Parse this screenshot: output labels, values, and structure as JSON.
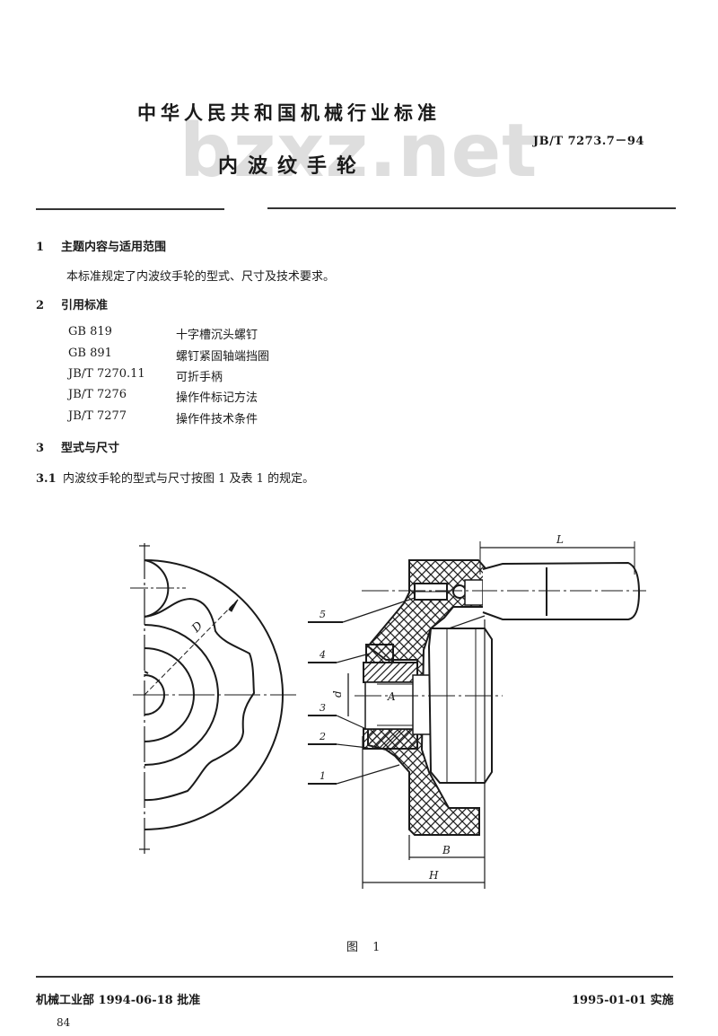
{
  "header": {
    "watermark": "bzxz.net",
    "org_title": "中华人民共和国机械行业标准",
    "doc_title": "内波纹手轮",
    "standard_number": "JB/T 7273.7－94"
  },
  "sections": [
    {
      "number": "1",
      "title": "主题内容与适用范围",
      "body": "本标准规定了内波纹手轮的型式、尺寸及技术要求。"
    },
    {
      "number": "2",
      "title": "引用标准",
      "references": [
        {
          "code": "GB 819",
          "name": "十字槽沉头螺钉"
        },
        {
          "code": "GB 891",
          "name": "螺钉紧固轴端挡圈"
        },
        {
          "code": "JB/T 7270.11",
          "name": "可折手柄"
        },
        {
          "code": "JB/T 7276",
          "name": "操作件标记方法"
        },
        {
          "code": "JB/T 7277",
          "name": "操作件技术条件"
        }
      ]
    },
    {
      "number": "3",
      "title": "型式与尺寸",
      "subsections": [
        {
          "number": "3.1",
          "body": "内波纹手轮的型式与尺寸按图 1 及表 1 的规定。"
        }
      ]
    }
  ],
  "figure": {
    "caption": "图 1",
    "dimension_labels": {
      "D": "D",
      "d": "d",
      "L": "L",
      "B": "B",
      "H": "H",
      "A": "A"
    },
    "callouts": [
      "5",
      "4",
      "3",
      "2",
      "1"
    ]
  },
  "footer": {
    "approval": "机械工业部 1994-06-18 批准",
    "effective": "1995-01-01 实施",
    "page_number": "84"
  }
}
